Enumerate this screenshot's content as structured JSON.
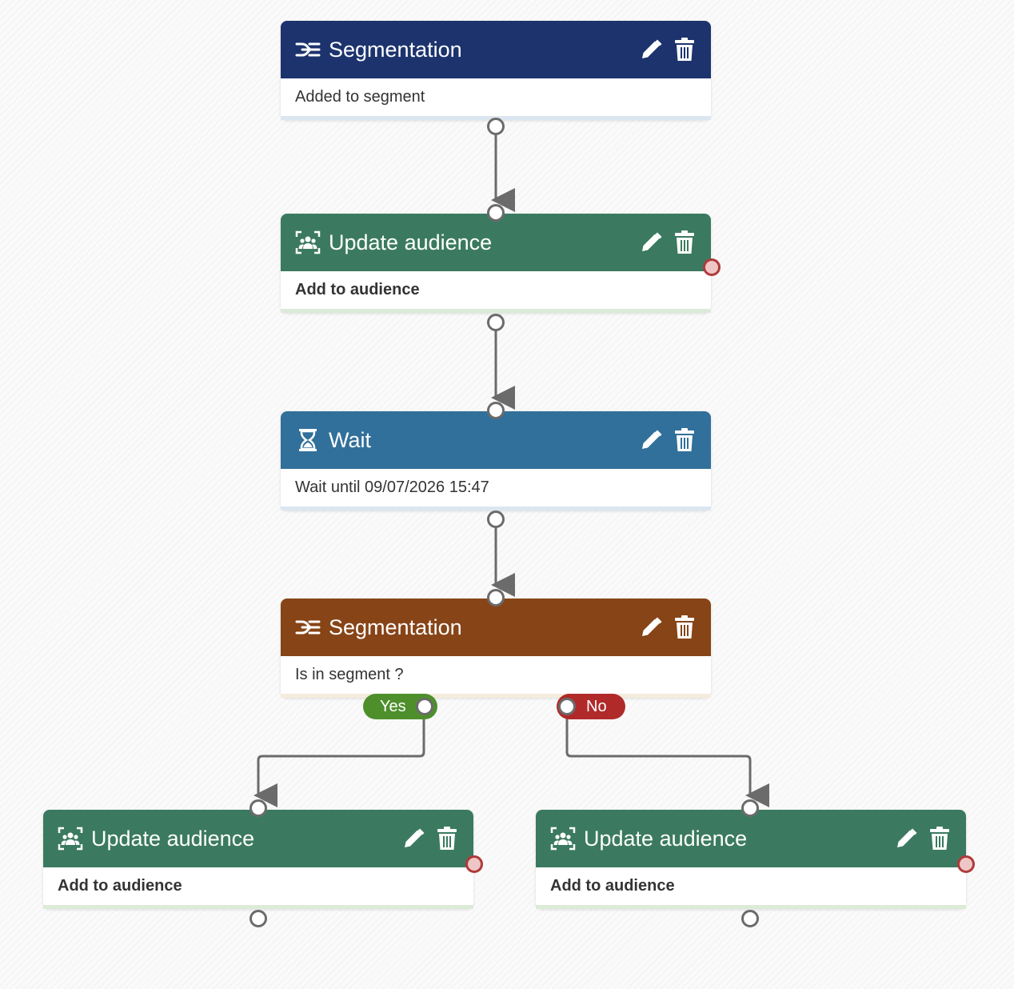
{
  "nodes": [
    {
      "title": "Segmentation",
      "subtitle": "Added to segment",
      "color": "#1c336e",
      "icon": "segmentation-icon"
    },
    {
      "title": "Update audience",
      "subtitle": "Add to audience",
      "color": "#3b7a60",
      "icon": "audience-icon"
    },
    {
      "title": "Wait",
      "subtitle": "Wait until 09/07/2026 15:47",
      "color": "#31709a",
      "icon": "hourglass-icon"
    },
    {
      "title": "Segmentation",
      "subtitle": "Is in segment ?",
      "color": "#874417",
      "icon": "segmentation-icon"
    },
    {
      "title": "Update audience",
      "subtitle": "Add to audience",
      "color": "#3b7a60",
      "icon": "audience-icon"
    },
    {
      "title": "Update audience",
      "subtitle": "Add to audience",
      "color": "#3b7a60",
      "icon": "audience-icon"
    }
  ],
  "branches": {
    "yes": "Yes",
    "no": "No"
  },
  "colors": {
    "yes": "#4e8f2c",
    "no": "#b02a2a",
    "wire": "#6b6b6b",
    "error_port": "#b03a3a"
  },
  "actions": {
    "edit_icon": "pencil-icon",
    "delete_icon": "trash-icon"
  }
}
